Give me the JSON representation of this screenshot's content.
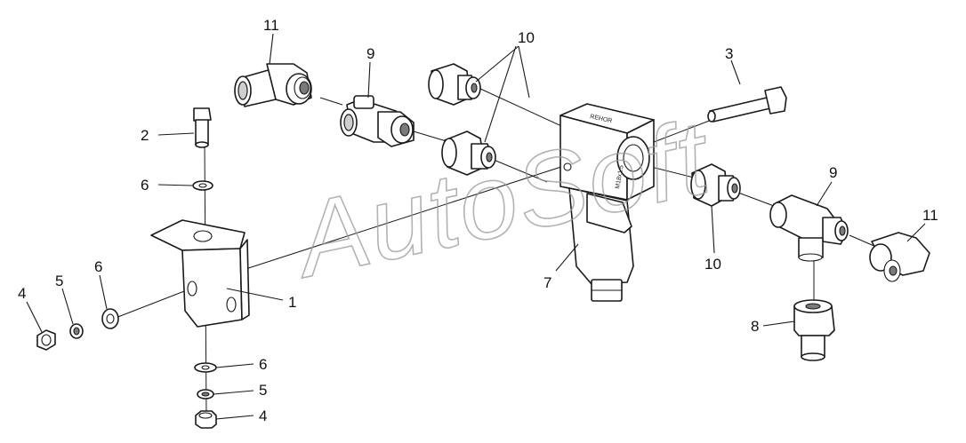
{
  "diagram": {
    "watermark": "AutoSoft",
    "body_marks": [
      "REHOR",
      "M18x1.5"
    ],
    "callouts": {
      "c11_top": "11",
      "c9_top": "9",
      "c10_top": "10",
      "c3": "3",
      "c2": "2",
      "c6_mid": "6",
      "c4_left": "4",
      "c5_left": "5",
      "c6_left": "6",
      "c1": "1",
      "c6_bottom": "6",
      "c5_bottom": "5",
      "c4_bottom": "4",
      "c7": "7",
      "c10_right": "10",
      "c9_right": "9",
      "c11_right": "11",
      "c8": "8"
    }
  }
}
